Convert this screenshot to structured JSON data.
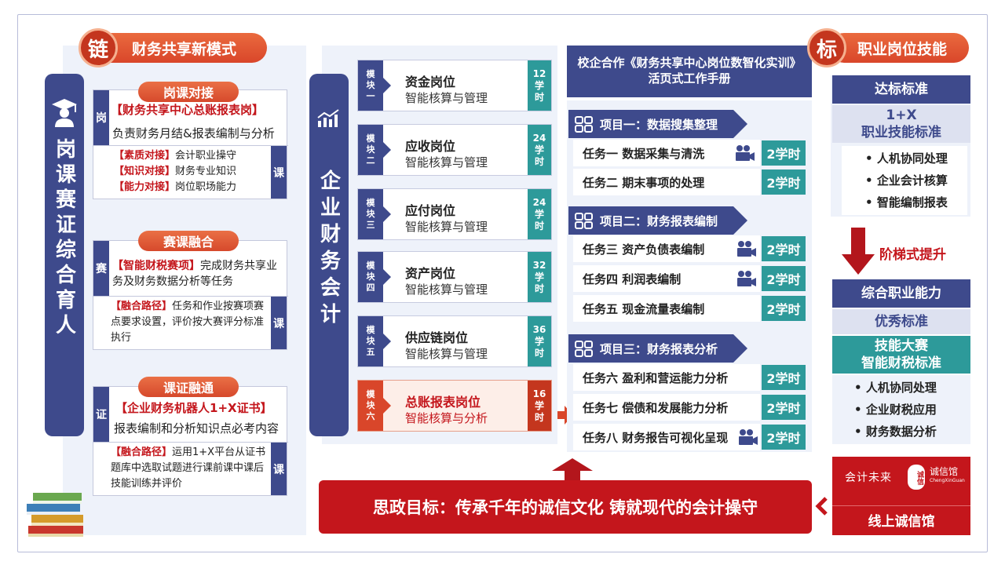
{
  "left": {
    "chain_char": "链",
    "header": "财务共享新模式",
    "vertical_title": "岗课赛证综合育人",
    "sections": [
      {
        "tag": "岗课对接",
        "side_top": "岗",
        "title": "【财务共享中心总账报表岗】",
        "desc": "负责财务月结&报表编制与分析",
        "side_bottom": "课",
        "items": [
          {
            "label": "【素质对接】",
            "text": "会计职业操守"
          },
          {
            "label": "【知识对接】",
            "text": "财务专业知识"
          },
          {
            "label": "【能力对接】",
            "text": "岗位职场能力"
          }
        ]
      },
      {
        "tag": "赛课融合",
        "side_top": "赛",
        "title": "【智能财税赛项】",
        "desc": "完成财务共享业务及财务数据分析等任务",
        "side_bottom": "课",
        "path_label": "【融合路径】",
        "path_text": "任务和作业按赛项赛点要求设置，评价按大赛评分标准执行"
      },
      {
        "tag": "课证融通",
        "side_top": "证",
        "title": "【企业财务机器人1+X证书】",
        "desc": "报表编制和分析知识点必考内容",
        "side_bottom": "课",
        "path_label": "【融合路径】",
        "path_text": "运用1+X平台从证书题库中选取试题进行课前课中课后技能训练并评价"
      }
    ]
  },
  "middle": {
    "vertical_title": "企业财务会计",
    "modules": [
      {
        "tag": [
          "模",
          "块",
          "一"
        ],
        "name": "资金岗位",
        "sub": "智能核算与管理",
        "hours": [
          "12",
          "学",
          "时"
        ]
      },
      {
        "tag": [
          "模",
          "块",
          "二"
        ],
        "name": "应收岗位",
        "sub": "智能核算与管理",
        "hours": [
          "24",
          "学",
          "时"
        ]
      },
      {
        "tag": [
          "模",
          "块",
          "三"
        ],
        "name": "应付岗位",
        "sub": "智能核算与管理",
        "hours": [
          "24",
          "学",
          "时"
        ]
      },
      {
        "tag": [
          "模",
          "块",
          "四"
        ],
        "name": "资产岗位",
        "sub": "智能核算与管理",
        "hours": [
          "32",
          "学",
          "时"
        ]
      },
      {
        "tag": [
          "模",
          "块",
          "五"
        ],
        "name": "供应链岗位",
        "sub": "智能核算与管理",
        "hours": [
          "36",
          "学",
          "时"
        ]
      },
      {
        "tag": [
          "模",
          "块",
          "六"
        ],
        "name": "总账报表岗位",
        "sub": "智能核算与分析",
        "hours": [
          "16",
          "学",
          "时"
        ]
      }
    ]
  },
  "manual": {
    "line1": "校企合作《财务共享中心岗位数智化实训》",
    "line2": "活页式工作手册"
  },
  "projects": [
    {
      "title": "项目一：数据搜集整理",
      "tasks": [
        {
          "name": "任务一  数据采集与清洗",
          "hours": "2学时",
          "video": true
        },
        {
          "name": "任务二  期末事项的处理",
          "hours": "2学时",
          "video": false
        }
      ]
    },
    {
      "title": "项目二：财务报表编制",
      "tasks": [
        {
          "name": "任务三  资产负债表编制",
          "hours": "2学时",
          "video": true
        },
        {
          "name": "任务四  利润表编制",
          "hours": "2学时",
          "video": true
        },
        {
          "name": "任务五  现金流量表编制",
          "hours": "2学时",
          "video": false
        }
      ]
    },
    {
      "title": "项目三：财务报表分析",
      "tasks": [
        {
          "name": "任务六  盈利和营运能力分析",
          "hours": "2学时",
          "video": false
        },
        {
          "name": "任务七  偿债和发展能力分析",
          "hours": "2学时",
          "video": false
        },
        {
          "name": "任务八  财务报告可视化呈现",
          "hours": "2学时",
          "video": true
        }
      ]
    }
  ],
  "ideology": "思政目标：传承千年的诚信文化  铸就现代的会计操守",
  "right": {
    "mark_char": "标",
    "header": "职业岗位技能",
    "standard_title": "达标标准",
    "standard_sub1": "1+X",
    "standard_sub2": "职业技能标准",
    "standard_items": [
      "人机协同处理",
      "企业会计核算",
      "智能编制报表"
    ],
    "step_label": "阶梯式提升",
    "ability_title": "综合职业能力",
    "excellent_title": "优秀标准",
    "contest_line1": "技能大赛",
    "contest_line2": "智能财税标准",
    "contest_items": [
      "人机协同处理",
      "企业财税应用",
      "财务数据分析"
    ],
    "banner_left": "会计未来",
    "banner_seal": "诚信",
    "banner_right": "诚信馆",
    "banner_right_small": "ChengXinGuan",
    "online_label": "线上诚信馆"
  },
  "colors": {
    "navy": "#3e4a8c",
    "teal": "#2d9a9a",
    "red": "#c4161c",
    "orange": "#d9462a"
  }
}
